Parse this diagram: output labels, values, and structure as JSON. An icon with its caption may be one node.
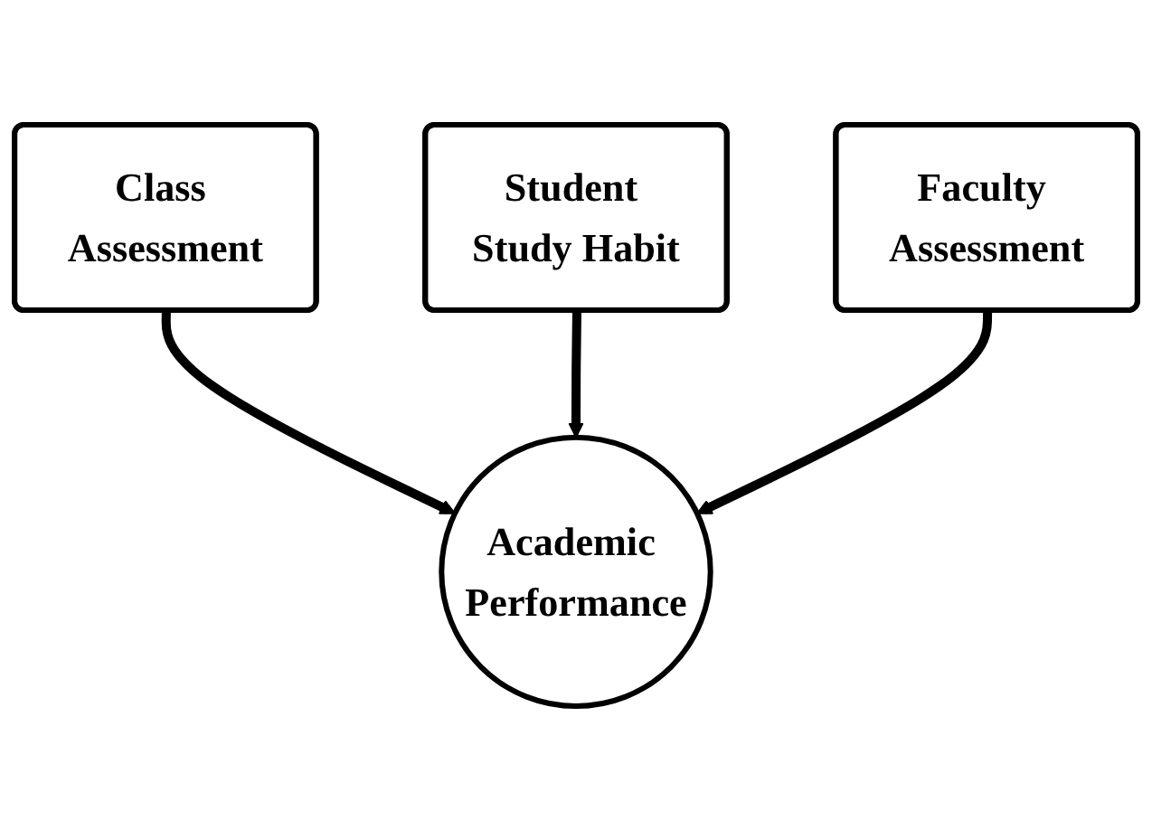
{
  "diagram": {
    "nodes": [
      {
        "text": [
          "Class Assessment"
        ]
      },
      {
        "text": [
          "Student Study Habit"
        ]
      },
      {
        "text": [
          "Faculty Assessment"
        ]
      },
      {
        "text": [
          "Academic Performance"
        ]
      }
    ],
    "edges": [
      {
        "from": 0,
        "to": 3,
        "arrow": "to"
      },
      {
        "from": 1,
        "to": 3,
        "arrow": "to"
      },
      {
        "from": 2,
        "to": 3,
        "arrow": "to"
      }
    ]
  }
}
